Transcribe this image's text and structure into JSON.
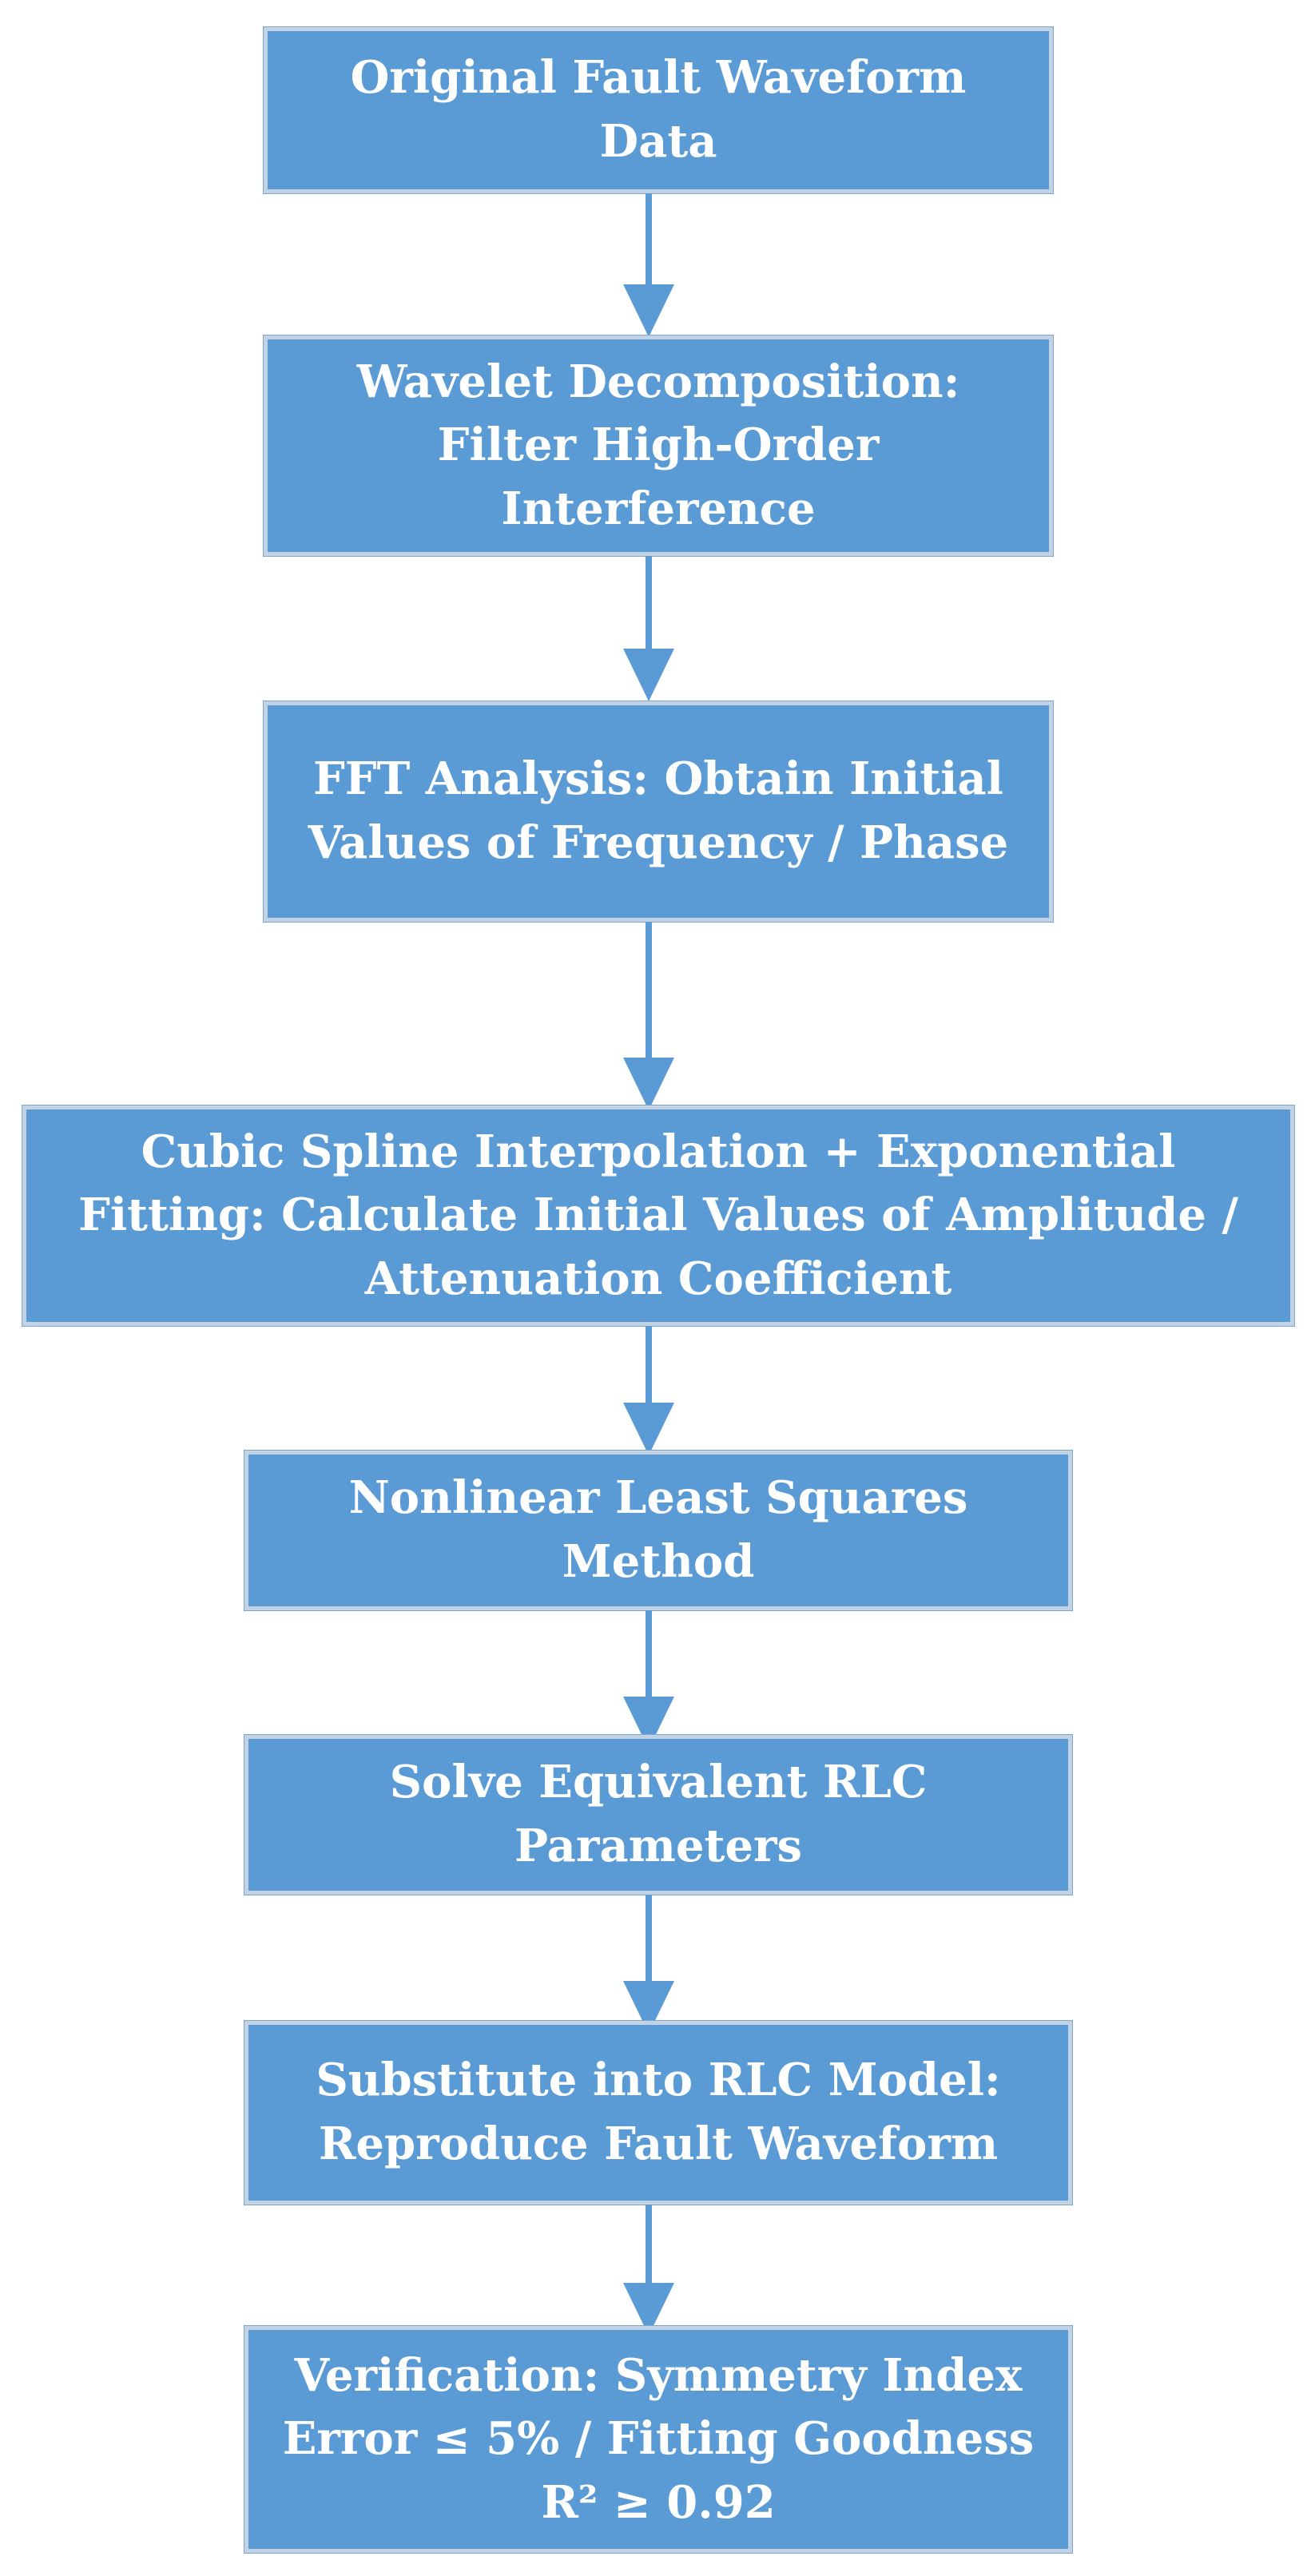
{
  "flowchart": {
    "steps": [
      "Original Fault Waveform Data",
      "Wavelet Decomposition: Filter High-Order Interference",
      "FFT Analysis: Obtain Initial Values of Frequency / Phase",
      "Cubic Spline Interpolation + Exponential Fitting: Calculate Initial Values of Amplitude / Attenuation Coefficient",
      "Nonlinear Least Squares Method",
      "Solve Equivalent RLC Parameters",
      "Substitute into RLC Model: Reproduce Fault Waveform",
      "Verification: Symmetry Index Error ≤ 5% / Fitting Goodness R² ≥ 0.92"
    ]
  },
  "colors": {
    "box_fill": "#5B9BD5",
    "box_border": "#C2D3E6",
    "arrow": "#5B9BD5",
    "text": "#FFFFFF"
  }
}
